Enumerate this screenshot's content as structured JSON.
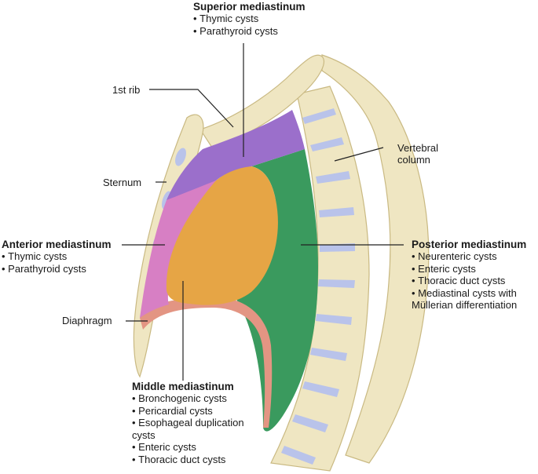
{
  "colors": {
    "bone": "#efe6c2",
    "bone_outline": "#c9b982",
    "disc": "#b9c3ea",
    "superior": "#9b6fcb",
    "anterior": "#d77fc4",
    "middle": "#e6a545",
    "posterior": "#3a9a5e",
    "diaphragm": "#e39583"
  },
  "labels": {
    "superior": {
      "title": "Superior mediastinum",
      "items": [
        "Thymic cysts",
        "Parathyroid cysts"
      ]
    },
    "first_rib": "1st rib",
    "vertebral_column": "Vertebral column",
    "sternum": "Sternum",
    "anterior": {
      "title": "Anterior mediastinum",
      "items": [
        "Thymic cysts",
        "Parathyroid cysts"
      ]
    },
    "posterior": {
      "title": "Posterior mediastinum",
      "items": [
        "Neurenteric cysts",
        "Enteric cysts",
        "Thoracic duct cysts",
        "Mediastinal cysts with Müllerian differentiation"
      ]
    },
    "diaphragm": "Diaphragm",
    "middle": {
      "title": "Middle mediastinum",
      "items": [
        "Bronchogenic cysts",
        "Pericardial cysts",
        "Esophageal duplication cysts",
        "Enteric cysts",
        "Thoracic duct cysts"
      ]
    }
  }
}
